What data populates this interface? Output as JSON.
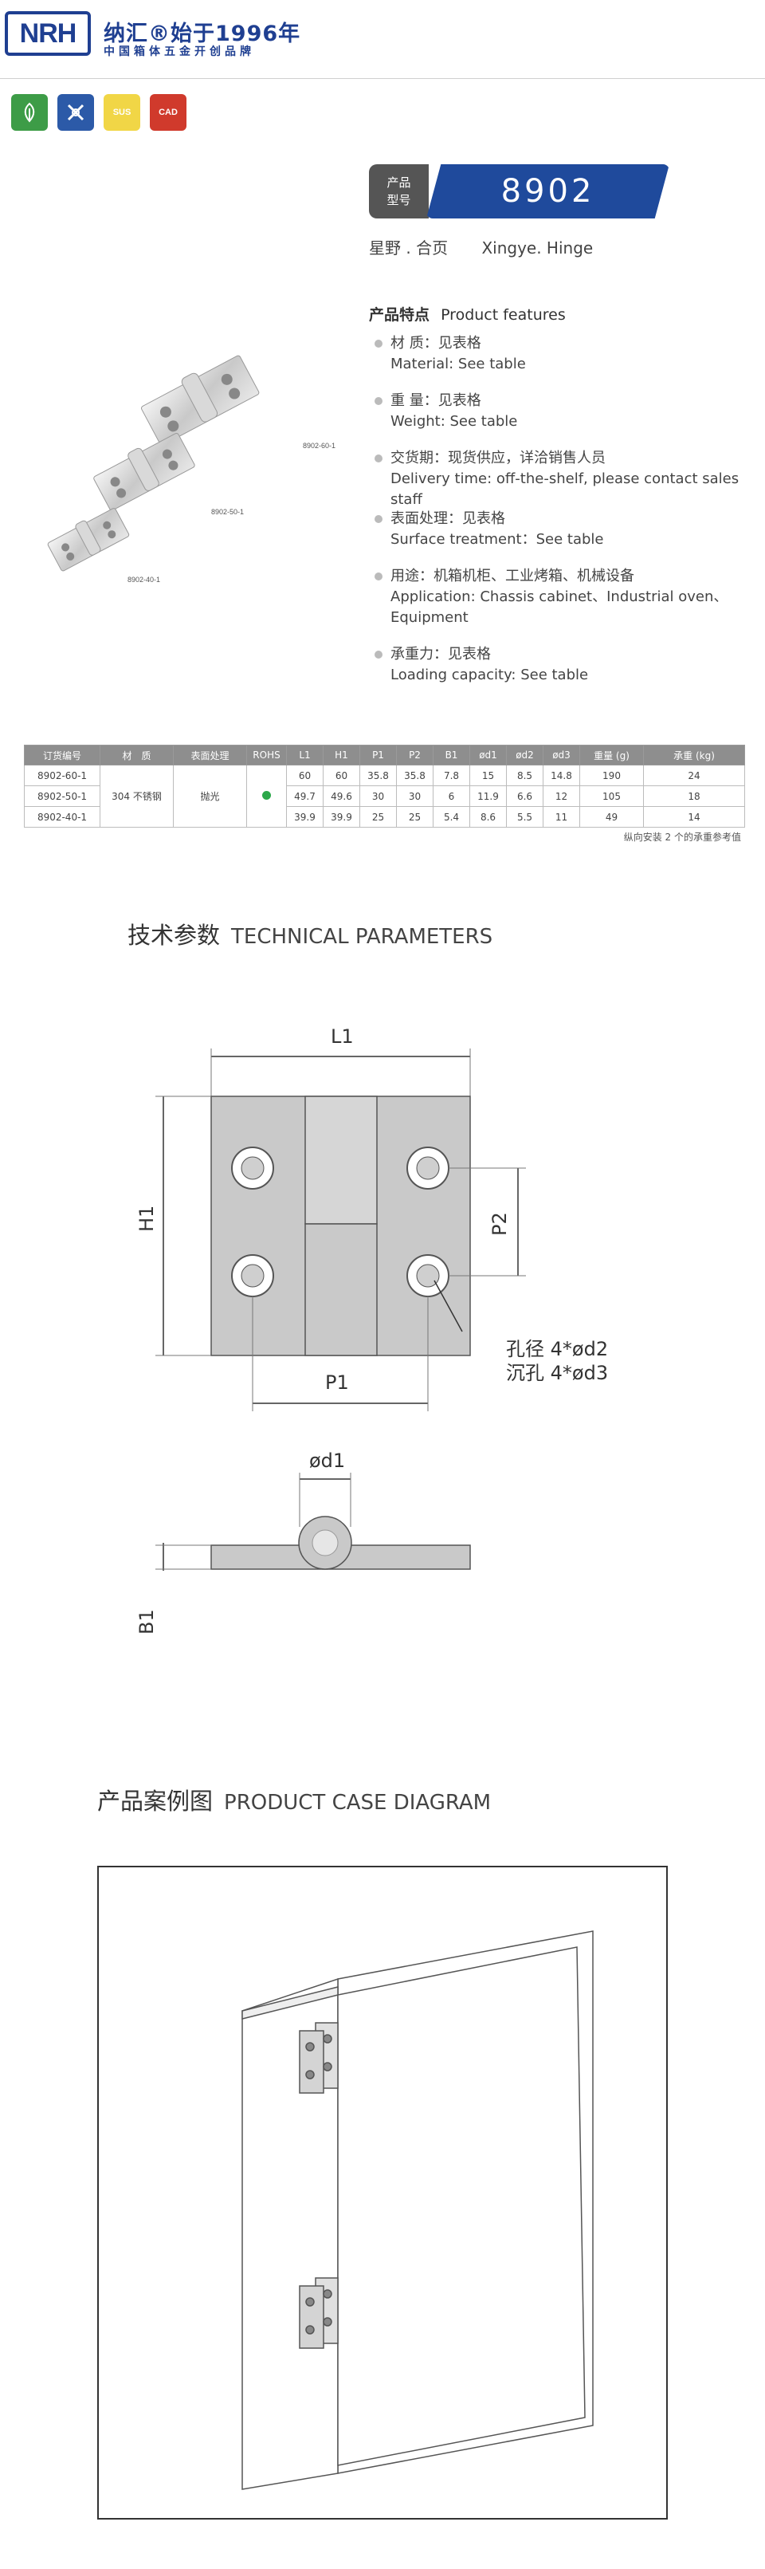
{
  "header": {
    "logo": "NRH",
    "brand_cn": "纳汇®始于1996年",
    "brand_sub": "中国箱体五金开创品牌"
  },
  "badges": [
    {
      "name": "green",
      "label": "",
      "color": "#3d9c47"
    },
    {
      "name": "blue",
      "label": "",
      "color": "#2c5aa8"
    },
    {
      "name": "sus",
      "label": "SUS",
      "color": "#f1d646"
    },
    {
      "name": "cad",
      "label": "CAD",
      "color": "#d03a2c"
    }
  ],
  "model": {
    "tag_line1": "产品",
    "tag_line2": "型号",
    "number": "8902",
    "name_cn": "星野 . 合页",
    "name_en": "Xingye. Hinge"
  },
  "features": {
    "title_cn": "产品特点",
    "title_en": "Product features",
    "items": [
      {
        "cn": "材  质：见表格",
        "en": "Material: See table"
      },
      {
        "cn": "重  量：见表格",
        "en": "Weight: See table"
      },
      {
        "cn": "交货期：现货供应，详洽销售人员",
        "en": "Delivery time: off-the-shelf, please contact sales staff"
      },
      {
        "cn": "表面处理：见表格",
        "en": "Surface treatment：See table"
      },
      {
        "cn": "用途：机箱机柜、工业烤箱、机械设备",
        "en": "Application: Chassis cabinet、Industrial oven、Equipment"
      },
      {
        "cn": "承重力：见表格",
        "en": "Loading capacity: See table"
      }
    ]
  },
  "image_labels": [
    "8902-60-1",
    "8902-50-1",
    "8902-40-1"
  ],
  "table": {
    "headers": [
      "订货编号",
      "材　质",
      "表面处理",
      "ROHS",
      "L1",
      "H1",
      "P1",
      "P2",
      "B1",
      "ød1",
      "ød2",
      "ød3",
      "重量 (g)",
      "承重 (kg)"
    ],
    "material": "304 不锈钢",
    "surface": "抛光",
    "rows": [
      [
        "8902-60-1",
        "60",
        "60",
        "35.8",
        "35.8",
        "7.8",
        "15",
        "8.5",
        "14.8",
        "190",
        "24"
      ],
      [
        "8902-50-1",
        "49.7",
        "49.6",
        "30",
        "30",
        "6",
        "11.9",
        "6.6",
        "12",
        "105",
        "18"
      ],
      [
        "8902-40-1",
        "39.9",
        "39.9",
        "25",
        "25",
        "5.4",
        "8.6",
        "5.5",
        "11",
        "49",
        "14"
      ]
    ],
    "note": "纵向安装 2 个的承重参考值",
    "rohs_color": "#2ca84a"
  },
  "tech": {
    "title_cn": "技术参数",
    "title_en": "TECHNICAL PARAMETERS",
    "labels": {
      "l1": "L1",
      "h1": "H1",
      "p1": "P1",
      "p2": "P2",
      "b1": "B1",
      "d1": "ød1",
      "hole1": "孔径 4*ød2",
      "hole2": "沉孔 4*ød3"
    }
  },
  "case": {
    "title_cn": "产品案例图",
    "title_en": "PRODUCT CASE DIAGRAM"
  }
}
